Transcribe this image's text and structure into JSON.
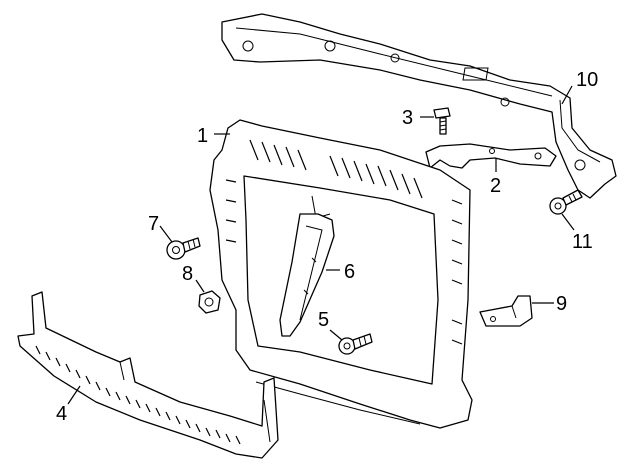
{
  "diagram": {
    "callouts": [
      {
        "id": "c1",
        "label": "1"
      },
      {
        "id": "c2",
        "label": "2"
      },
      {
        "id": "c3",
        "label": "3"
      },
      {
        "id": "c4",
        "label": "4"
      },
      {
        "id": "c5",
        "label": "5"
      },
      {
        "id": "c6",
        "label": "6"
      },
      {
        "id": "c7",
        "label": "7"
      },
      {
        "id": "c8",
        "label": "8"
      },
      {
        "id": "c9",
        "label": "9"
      },
      {
        "id": "c10",
        "label": "10"
      },
      {
        "id": "c11",
        "label": "11"
      }
    ],
    "line_color": "#000000",
    "background": "#ffffff"
  }
}
